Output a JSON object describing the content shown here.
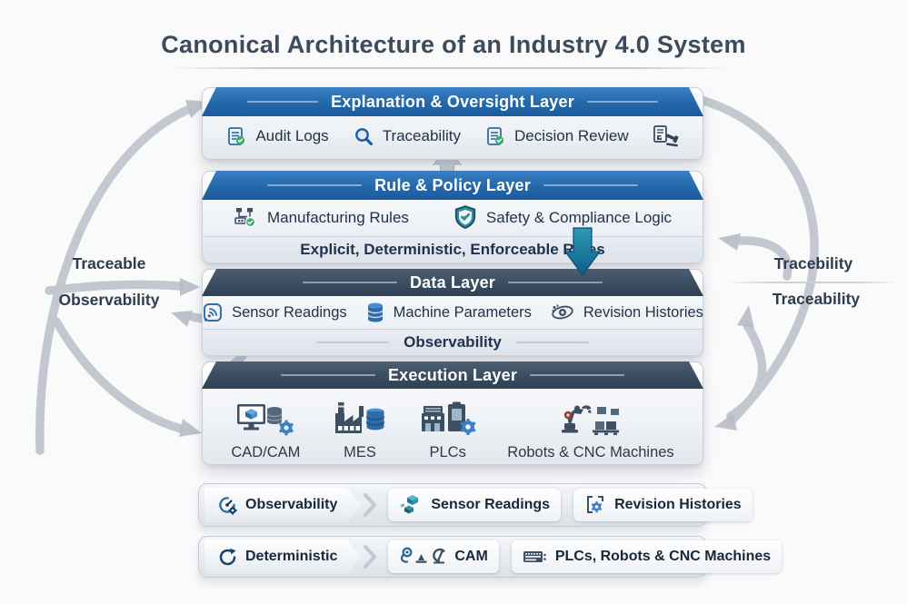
{
  "title": "Canonical Architecture of an Industry 4.0 System",
  "layers": [
    {
      "name": "Explanation & Oversight Layer",
      "items": [
        {
          "icon": "audit-log-icon",
          "label": "Audit Logs"
        },
        {
          "icon": "magnifier-icon",
          "label": "Traceability"
        },
        {
          "icon": "decision-review-icon",
          "label": "Decision Review"
        },
        {
          "icon": "gavel-documents-icon",
          "label": ""
        }
      ]
    },
    {
      "name": "Rule & Policy Layer",
      "items": [
        {
          "icon": "flowchart-check-icon",
          "label": "Manufacturing Rules"
        },
        {
          "icon": "shield-check-icon",
          "label": "Safety & Compliance Logic"
        }
      ],
      "substrip": "Explicit, Deterministic, Enforceable Rules"
    },
    {
      "name": "Data Layer",
      "items": [
        {
          "icon": "sensor-signal-icon",
          "label": "Sensor Readings"
        },
        {
          "icon": "database-icon",
          "label": "Machine Parameters"
        },
        {
          "icon": "orbit-icon",
          "label": "Revision Histories"
        }
      ],
      "substrip": "Observability"
    },
    {
      "name": "Execution Layer",
      "items": [
        {
          "icon": "cad-workstation-icon",
          "label": "CAD/CAM"
        },
        {
          "icon": "factory-icon",
          "label": "MES"
        },
        {
          "icon": "plc-machine-icon",
          "label": "PLCs"
        },
        {
          "icon": "robot-arm-icon",
          "label": "Robots & CNC Machines"
        }
      ]
    }
  ],
  "side_labels": {
    "left_top": "Traceable",
    "left_bottom": "Observability",
    "right_top": "Tracebility",
    "right_bottom": "Traceability"
  },
  "flow_bars": [
    {
      "head": "Observability",
      "head_icon": "gauge-gear-icon",
      "items": [
        {
          "icon": "cubes-icon",
          "label": "Sensor Readings"
        },
        {
          "icon": "gear-bracket-icon",
          "label": "Revision Histories"
        }
      ]
    },
    {
      "head": "Deterministic",
      "head_icon": "cycle-icon",
      "items": [
        {
          "icon": "cam-tools-icon",
          "label": "CAM"
        },
        {
          "icon": "plc-panel-icon",
          "label": "PLCs, Robots & CNC Machines"
        }
      ]
    }
  ],
  "colors": {
    "background": "#fbfafb",
    "blue_header": "#2368ac",
    "dark_header": "#394c60",
    "accent_teal_arrow": "#1d7fa6",
    "check_green": "#3fa86f",
    "icon_steel_blue": "#2d6ca6",
    "icon_slate": "#3d4f63",
    "arrow_gray": "#b7bdc7",
    "title_text": "#3c4b5c"
  }
}
